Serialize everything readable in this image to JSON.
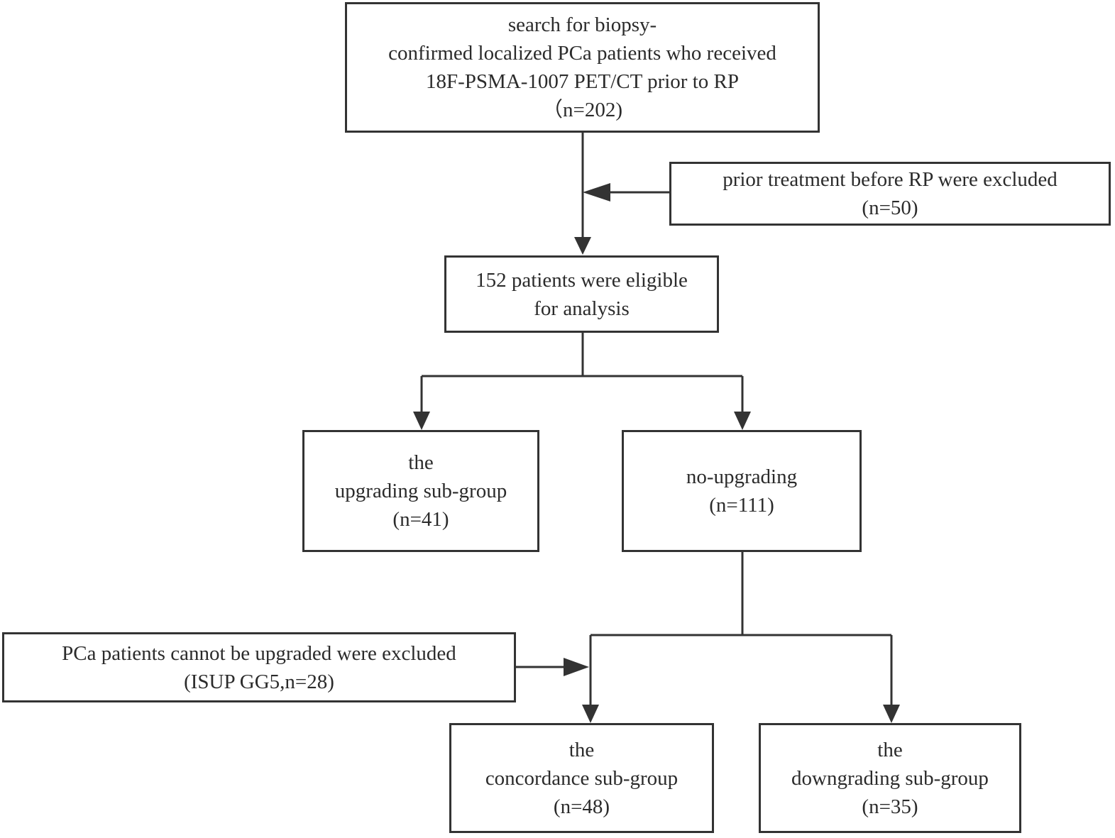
{
  "nodes": {
    "search": {
      "lines": [
        "search for  biopsy-",
        "confirmed localized PCa patients who received",
        "18F-PSMA-1007 PET/CT prior to RP",
        "（n=202)"
      ]
    },
    "prior_excluded": {
      "lines": [
        "prior treatment before RP were excluded",
        "(n=50)"
      ]
    },
    "eligible": {
      "lines": [
        "152 patients were eligible",
        "for analysis"
      ]
    },
    "upgrading": {
      "lines": [
        "the",
        "upgrading sub-group",
        "(n=41)"
      ]
    },
    "no_upgrading": {
      "lines": [
        "no-upgrading",
        "(n=111)"
      ]
    },
    "cannot_upgrade_excluded": {
      "lines": [
        "PCa patients cannot be upgraded were excluded",
        "(ISUP GG5,n=28)"
      ]
    },
    "concordance": {
      "lines": [
        "the",
        "concordance sub-group",
        "(n=48)"
      ]
    },
    "downgrading": {
      "lines": [
        "the",
        "downgrading sub-group",
        "(n=35)"
      ]
    }
  },
  "colors": {
    "stroke": "#333333",
    "text": "#2b2b2b",
    "background": "#ffffff"
  }
}
